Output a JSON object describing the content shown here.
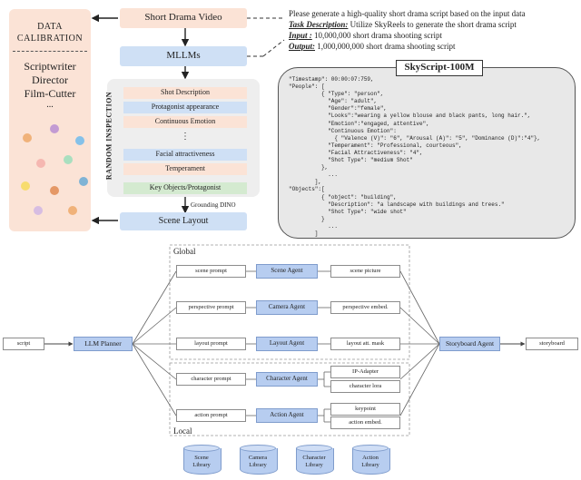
{
  "top": {
    "calibration": {
      "title_line1": "DATA",
      "title_line2": "CALIBRATION",
      "roles": [
        "Scriptwriter",
        "Director",
        "Film-Cutter",
        "..."
      ]
    },
    "pipeline": {
      "input": "Short Drama Video",
      "model": "MLLMs",
      "inspection_label": "RANDOM INSPECTION",
      "attributes": [
        "Shot Description",
        "Protagonist appearance",
        "Continuous Emotion",
        "⋮",
        "Facial attractiveness",
        "Temperament"
      ],
      "key_objects": "Key Objects/Protagonist",
      "grounding": "Grounding DINO",
      "output": "Scene Layout"
    },
    "prompt": {
      "line1": "Please generate a high-quality short drama script based on the input data",
      "task_label": "Task Description:",
      "task_text": " Utilize SkyReels to generate the short drama script",
      "input_label": "Input :",
      "input_text": " 10,000,000 short drama shooting script",
      "output_label": "Output:",
      "output_text": " 1,000,000,000 short drama shooting script"
    },
    "dataset_title": "SkyScript-100M",
    "json_lines": [
      "\"Timestamp\": 00:00:07:759,",
      "\"People\": [",
      "          { \"Type\": \"person\",",
      "            \"Age\": \"adult\",",
      "            \"Gender\":\"female\",",
      "            \"Looks\":\"wearing a yellow blouse and black pants, long hair.\",",
      "            \"Emotion\":\"engaged, attentive\",",
      "            \"Continuous Emotion\":",
      "              { \"Valence (V)\": \"6\", \"Arousal (A)\": \"5\", \"Dominance (D)\":\"4\"},",
      "            \"Temperament\": \"Professional, courteous\",",
      "            \"Facial Attractiveness\": \"4\",",
      "            \"Shot Type\": \"medium Shot\"",
      "          },",
      "            ...",
      "        ],",
      "\"Objects\":[",
      "          { \"object\": \"building\",",
      "            \"Description\": \"a landscape with buildings and trees.\"",
      "            \"Shot Type\": \"wide shot\"",
      "          }",
      "            ...",
      "        ]"
    ]
  },
  "bottom": {
    "global_label": "Global",
    "local_label": "Local",
    "script": "script",
    "planner": "LLM Planner",
    "storyboard_agent": "Storyboard Agent",
    "storyboard": "storyboard",
    "rows": [
      {
        "prompt": "scene prompt",
        "agent": "Scene Agent",
        "outputs": [
          "scene picture"
        ]
      },
      {
        "prompt": "perspective prompt",
        "agent": "Camera Agent",
        "outputs": [
          "perspective embed."
        ]
      },
      {
        "prompt": "layout prompt",
        "agent": "Layout Agent",
        "outputs": [
          "layout att. mask"
        ]
      },
      {
        "prompt": "character prompt",
        "agent": "Character Agent",
        "outputs": [
          "IP-Adapter",
          "character lora"
        ]
      },
      {
        "prompt": "action prompt",
        "agent": "Action Agent",
        "outputs": [
          "keypoint",
          "action embed."
        ]
      }
    ],
    "libraries": [
      {
        "line1": "Scene",
        "line2": "Library"
      },
      {
        "line1": "Camera",
        "line2": "Library"
      },
      {
        "line1": "Character",
        "line2": "Library"
      },
      {
        "line1": "Action",
        "line2": "Library"
      }
    ]
  },
  "colors": {
    "peach": "#fbe3d6",
    "light_blue": "#cfe0f5",
    "agent_blue": "#b7cdf0",
    "green": "#d4ead0",
    "dataset_gray": "#e8e8e8"
  }
}
